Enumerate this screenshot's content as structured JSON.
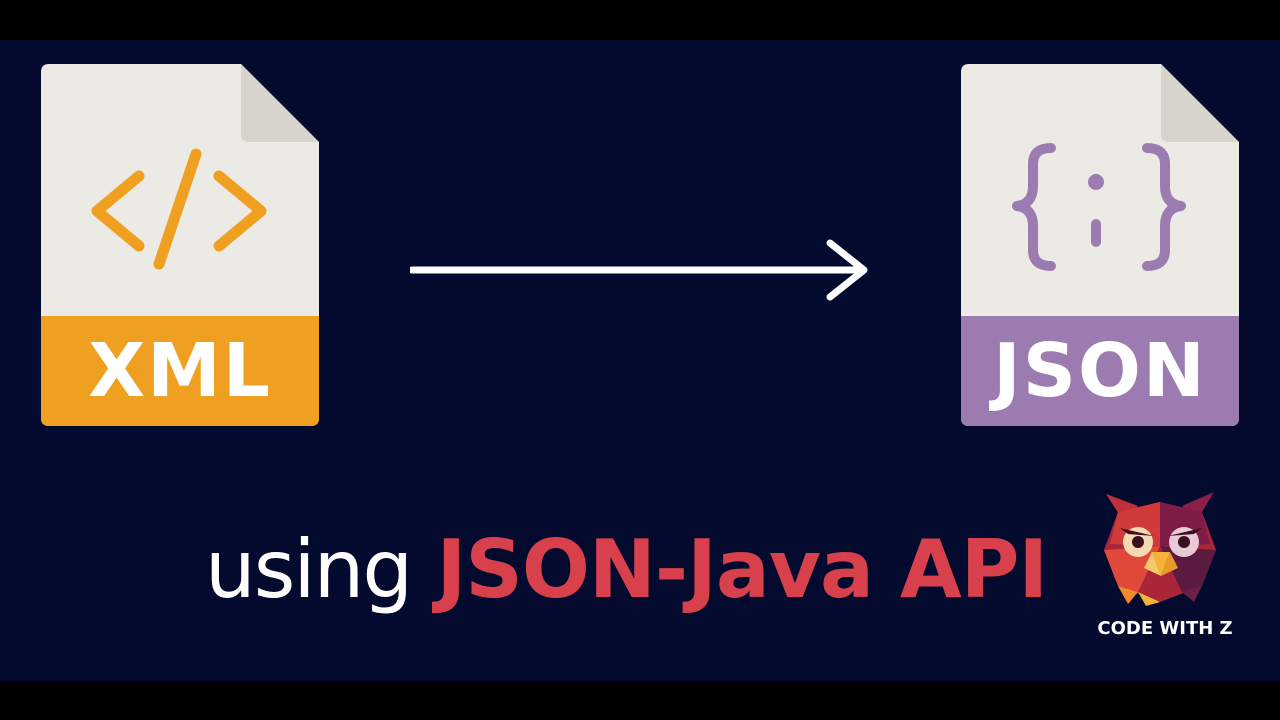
{
  "source_file": {
    "label": "XML",
    "icon": "code-brackets-icon",
    "band_color": "#f0a020",
    "glyph_color": "#f0a020"
  },
  "target_file": {
    "label": "JSON",
    "icon": "curly-braces-icon",
    "band_color": "#9b7bb0",
    "glyph_color": "#9b7bb0"
  },
  "arrow": {
    "icon": "arrow-right-icon"
  },
  "caption": {
    "prefix": "using",
    "highlight": "JSON-Java API",
    "highlight_color": "#d8414b"
  },
  "brand": {
    "name": "CODE WITH Z",
    "logo": "owl-logo"
  },
  "colors": {
    "background": "#030a2e",
    "file_body": "#ebeae5",
    "file_fold": "#d6d4cc"
  }
}
